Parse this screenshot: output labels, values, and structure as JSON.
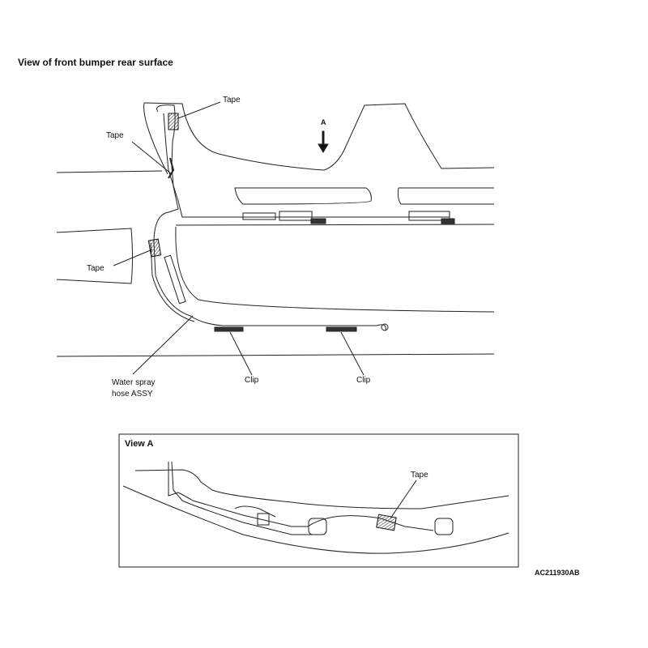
{
  "title": "View of front bumper rear surface",
  "labels": {
    "tape_top": "Tape",
    "tape_left_upper": "Tape",
    "tape_left_lower": "Tape",
    "arrow_a": "A",
    "clip_1": "Clip",
    "clip_2": "Clip",
    "hose_line1": "Water spray",
    "hose_line2": "hose ASSY"
  },
  "view_a": {
    "title": "View A",
    "tape": "Tape"
  },
  "figure_code": "AC211930AB"
}
